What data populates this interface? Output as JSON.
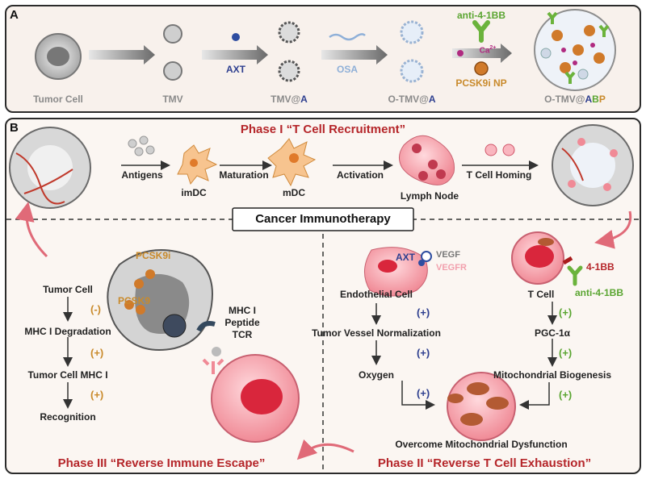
{
  "panel_a": {
    "letter": "A",
    "steps": [
      "Tumor Cell",
      "TMV",
      "TMV@",
      "O-TMV@"
    ],
    "step_accent": "A",
    "final_prefix": "O-TMV@",
    "final_a": "A",
    "final_b": "B",
    "final_p": "P",
    "axt": "AXT",
    "osa": "OSA",
    "anti": "anti-4-1BB",
    "ca": "Ca",
    "ca_sup": "2+",
    "pcsk9i_np": "PCSK9i NP"
  },
  "panel_b": {
    "letter": "B",
    "phase1": "Phase I  “T Cell Recruitment”",
    "phase2": "Phase II  “Reverse T Cell Exhaustion”",
    "phase3": "Phase III  “Reverse Immune Escape”",
    "center": "Cancer Immunotherapy",
    "top_flow": {
      "antigens": "Antigens",
      "imdc": "imDC",
      "maturation": "Maturation",
      "mdc": "mDC",
      "activation": "Activation",
      "lymph": "Lymph Node",
      "homing": "T Cell Homing"
    },
    "left_flow": {
      "pcsk9i": "PCSK9i",
      "pcsk9": "PCSK9",
      "mhc": "MHC I",
      "peptide": "Peptide",
      "tcr": "TCR",
      "steps": [
        "Tumor Cell",
        "MHC I Degradation",
        "Tumor Cell MHC I",
        "Recognition"
      ],
      "signs": [
        "(-)",
        "(+)",
        "(+)"
      ]
    },
    "mid_flow": {
      "axt": "AXT",
      "vegf": "VEGF",
      "vegfr": "VEGFR",
      "steps": [
        "Endothelial Cell",
        "Tumor Vessel Normalization",
        "Oxygen"
      ],
      "signs": [
        "(+)",
        "(+)",
        "(+)"
      ]
    },
    "right_flow": {
      "ligand": "4-1BB",
      "anti": "anti-4-1BB",
      "steps": [
        "T Cell",
        "PGC-1α",
        "Mitochondrial Biogenesis"
      ],
      "signs": [
        "(+)",
        "(+)",
        "(+)"
      ]
    },
    "outcome": "Overcome Mitochondrial Dysfunction"
  }
}
